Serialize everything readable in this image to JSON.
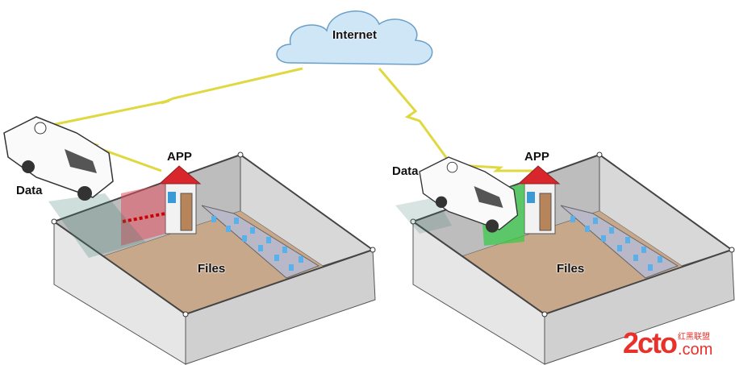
{
  "cloud_label": "Internet",
  "left_scene": {
    "vehicle_label": "Data",
    "booth_label": "APP",
    "room_label": "Files",
    "gate_state": "blocked",
    "gate_color": "#e05060"
  },
  "right_scene": {
    "vehicle_label": "Data",
    "booth_label": "APP",
    "room_label": "Files",
    "gate_state": "open",
    "gate_color": "#33cc44"
  },
  "watermark": {
    "main": "2cto",
    "suffix": ".com",
    "chinese": "红黑联盟"
  },
  "colors": {
    "cloud": "#cfe6f7",
    "lightning": "#e8e040",
    "floor": "#c8a88a",
    "wall": "#dcdcdc",
    "roof": "#d9262c"
  }
}
